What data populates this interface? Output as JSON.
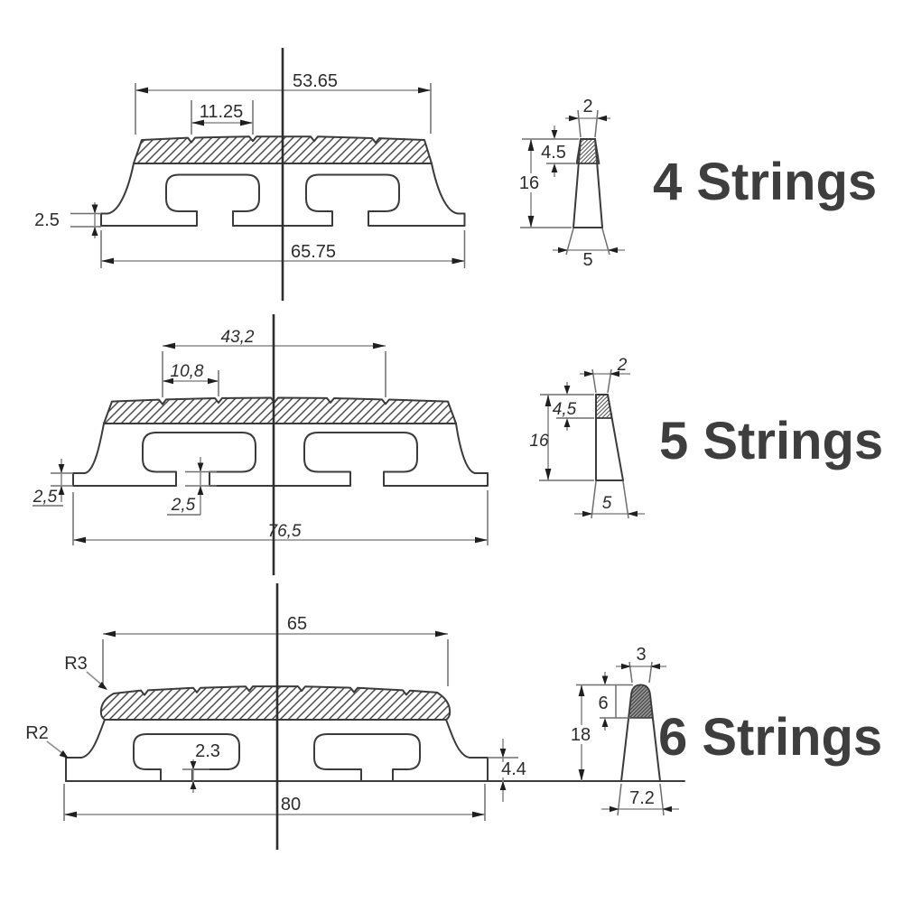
{
  "drawings": [
    {
      "label": "4 Strings",
      "front": {
        "saddle_width": "53.65",
        "string_spacing": "11.25",
        "foot_height": "2.5",
        "base_width": "65.75"
      },
      "side": {
        "tip_width": "2",
        "saddle_height": "4.5",
        "height": "16",
        "base_width": "5"
      }
    },
    {
      "label": "5 Strings",
      "front": {
        "saddle_width": "43,2",
        "string_spacing": "10,8",
        "foot_height_left": "2,5",
        "foot_height_center": "2,5",
        "base_width": "76,5"
      },
      "side": {
        "tip_width": "2",
        "saddle_height": "4,5",
        "height": "16",
        "base_width": "5"
      }
    },
    {
      "label": "6 Strings",
      "front": {
        "saddle_width": "65",
        "top_radius": "R3",
        "foot_radius": "R2",
        "slot_height": "2.3",
        "foot_height": "4.4",
        "base_width": "80"
      },
      "side": {
        "tip_width": "3",
        "saddle_height": "6",
        "height": "18",
        "base_width": "7.2"
      }
    }
  ]
}
